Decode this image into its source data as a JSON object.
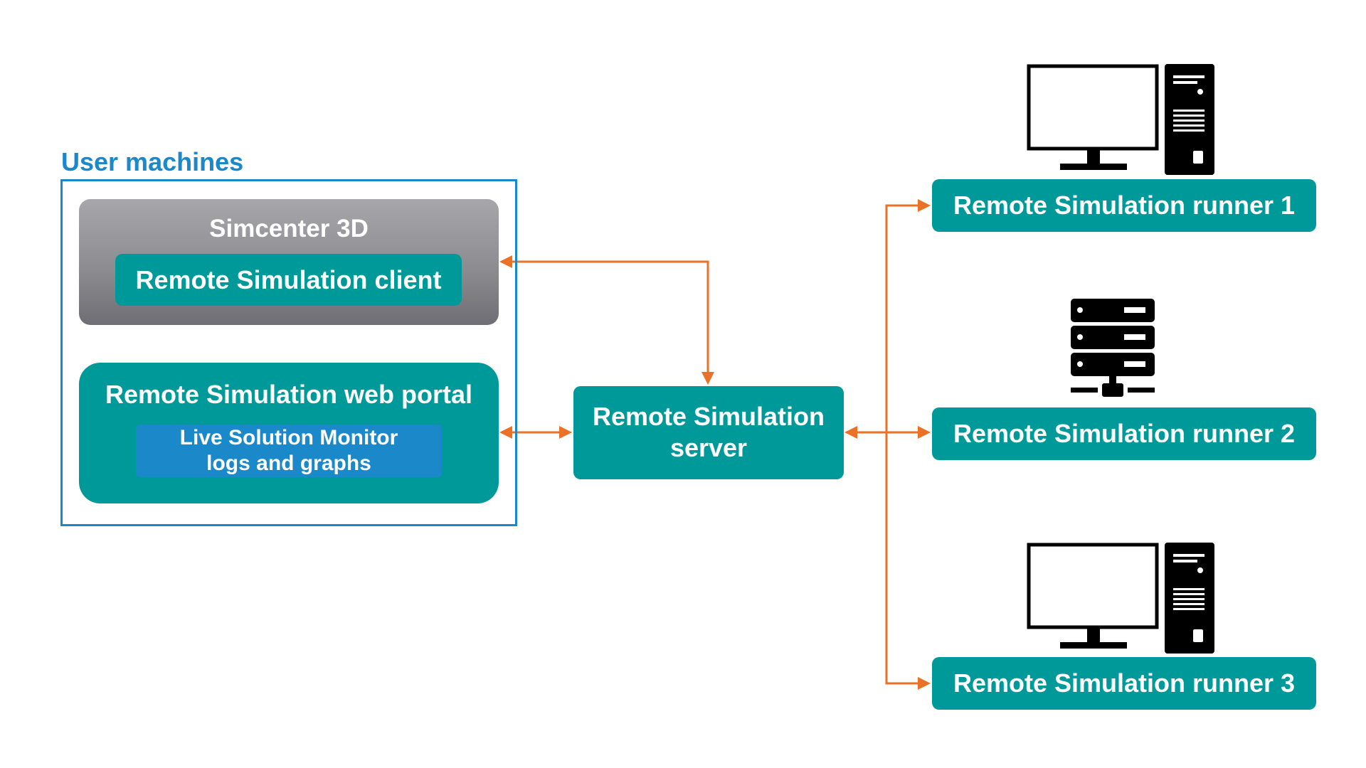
{
  "group": {
    "title": "User machines"
  },
  "simcenter": {
    "title": "Simcenter 3D",
    "client_label": "Remote Simulation client"
  },
  "portal": {
    "title": "Remote Simulation web portal",
    "monitor_line1": "Live Solution Monitor",
    "monitor_line2": "logs and graphs"
  },
  "server": {
    "line1": "Remote Simulation",
    "line2": "server"
  },
  "runners": [
    {
      "label": "Remote Simulation runner 1",
      "icon": "desktop-computer-icon"
    },
    {
      "label": "Remote Simulation runner 2",
      "icon": "server-rack-icon"
    },
    {
      "label": "Remote Simulation runner 3",
      "icon": "desktop-computer-icon"
    }
  ],
  "colors": {
    "teal": "#009999",
    "blue": "#1a88c9",
    "arrow": "#ea7125",
    "gray_top": "#a7a7ab",
    "gray_bottom": "#6e6e74",
    "icon": "#000000"
  },
  "connections": [
    {
      "from": "remote-simulation-client",
      "to": "remote-simulation-server",
      "direction": "both"
    },
    {
      "from": "remote-simulation-web-portal",
      "to": "remote-simulation-server",
      "direction": "both"
    },
    {
      "from": "remote-simulation-server",
      "to": "remote-simulation-runner-1",
      "direction": "to"
    },
    {
      "from": "remote-simulation-server",
      "to": "remote-simulation-runner-2",
      "direction": "both"
    },
    {
      "from": "remote-simulation-server",
      "to": "remote-simulation-runner-3",
      "direction": "to"
    }
  ]
}
